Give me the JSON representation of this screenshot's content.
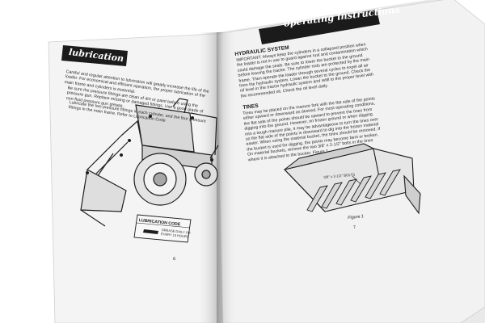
{
  "left_page": {
    "heading": "lubrication",
    "paragraphs": [
      "Careful and regular attention to lubrication will greatly increase the life of the loader. For economical and efficient operation, the proper lubrication of the main frame and cylinders is essential.",
      "Be sure the pressure fittings are clean of dirt or paint before using the pressure gun. Replace missing or damaged fittings. Use a good grade of non-fluid pressure gun grease.",
      "Lubricate the two pressure fittings in each cylinder, and the four pressure fittings in the main frame. Refer to Lubrication Code"
    ],
    "lubrication_code_title": "LUBRICATION CODE",
    "lubrication_code_text": "GREASE DAILY OR EVERY 10 HOURS",
    "page_number": "6"
  },
  "right_page": {
    "heading": "operating instructions",
    "sections": [
      {
        "title": "HYDRAULIC SYSTEM",
        "body": "IMPORTANT: Always keep the cylinders in a collapsed position when the loader is not in use to guard against rust and contamination which could damage the seals. Be sure to lower the bucket to the ground before leaving the tractor. The cylinder rods are protected by the main frame. Then operate the loader through several cycles to expel all air from the hydraulic system. Lower the bucket to the ground. Check the oil level in the tractor hydraulic system and refill to the proper level with the recommended oil. Check the oil level daily."
      },
      {
        "title": "TINES",
        "body": "Tines may be placed on the manure fork with the flat side of the points either upward or downward as desired. For most operating conditions, the flat side of the points should be upward to prevent the tines from digging into the ground. However, on frozen ground or when digging into a tough manure pile, it may be advantageous to turn the tines over so the flat side of the points is downward to dig into the frozen material easier. When using the material bucket, the tines should be removed. If the bucket is used for digging, the points may become bent or broken. On material buckets, remove the two 3/8\" x 2-1/2\" bolts in the tines where it is attached to the bucket. Figure 1"
      }
    ],
    "bolt_label": "3/8\" x 2-1/2\" BOLTS",
    "figure_caption": "Figure 1",
    "page_number": "7"
  }
}
